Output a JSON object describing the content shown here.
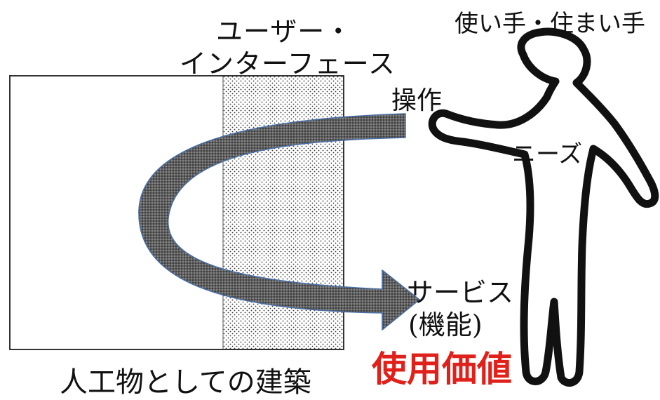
{
  "labels": {
    "user_interface_line1": "ユーザー・",
    "user_interface_line2": "インターフェース",
    "user": "使い手・住まい手",
    "operation": "操作",
    "needs": "ニーズ",
    "service_line1": "サービス",
    "service_line2": "(機能)",
    "use_value": "使用価値",
    "architecture": "人工物としての建築"
  },
  "colors": {
    "use_value": "#e0201a",
    "outline": "#111111",
    "arrow_fill": "#6b6b6b",
    "arrow_edge": "#4a6fa5"
  }
}
